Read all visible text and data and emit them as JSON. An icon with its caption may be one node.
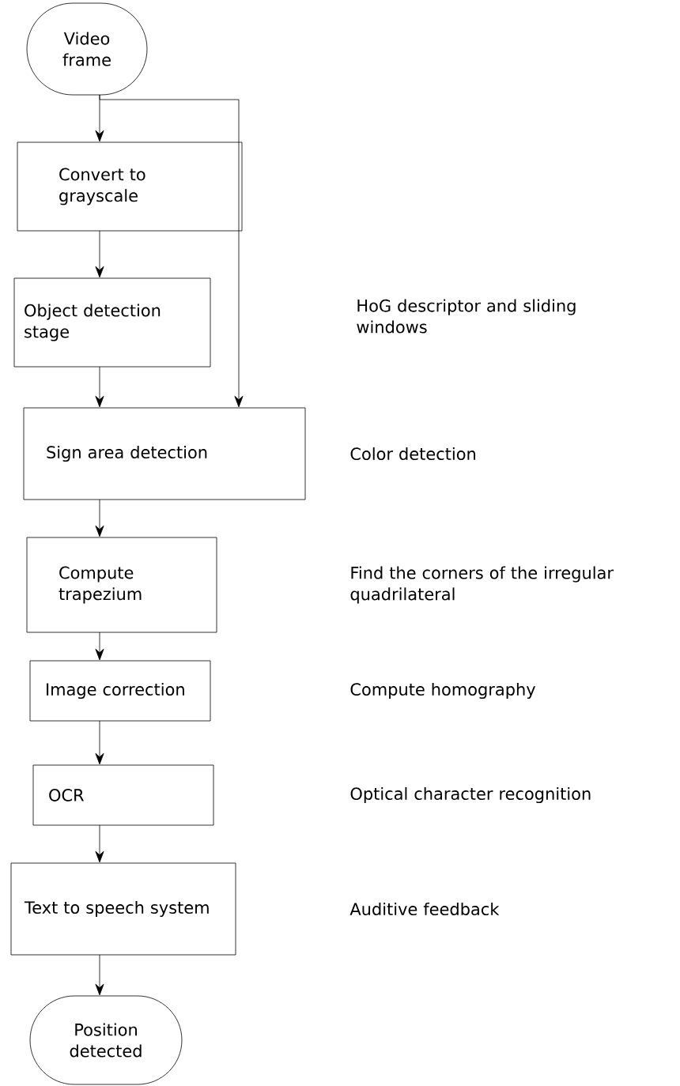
{
  "diagram": {
    "nodes": [
      {
        "text": [
          "Video frame"
        ]
      },
      {
        "text": [
          "Convert to grayscale"
        ]
      },
      {
        "text": [
          "Object detection stage"
        ]
      },
      {
        "text": [
          "Sign area detection"
        ]
      },
      {
        "text": [
          "Compute trapezium"
        ]
      },
      {
        "text": [
          "Image correction"
        ]
      },
      {
        "text": [
          "OCR"
        ]
      },
      {
        "text": [
          "Text to speech system"
        ]
      },
      {
        "text": [
          "Position detected"
        ]
      }
    ],
    "edges": [
      {
        "from": 0,
        "to": 1,
        "arrow": "to"
      },
      {
        "from": 0,
        "to": 3,
        "arrow": "to"
      },
      {
        "from": 1,
        "to": 2,
        "arrow": "to"
      },
      {
        "from": 2,
        "to": 3,
        "arrow": "to"
      },
      {
        "from": 3,
        "to": 4,
        "arrow": "to"
      },
      {
        "from": 4,
        "to": 5,
        "arrow": "to"
      },
      {
        "from": 5,
        "to": 6,
        "arrow": "to"
      },
      {
        "from": 6,
        "to": 7,
        "arrow": "to"
      },
      {
        "from": 7,
        "to": 8,
        "arrow": "to"
      }
    ],
    "labels": [
      "HoG descriptor and sliding windows",
      "Color detection",
      "Find the corners of the irregular quadrilateral",
      "Compute homography",
      "Optical character recognition",
      "Auditive feedback"
    ]
  }
}
